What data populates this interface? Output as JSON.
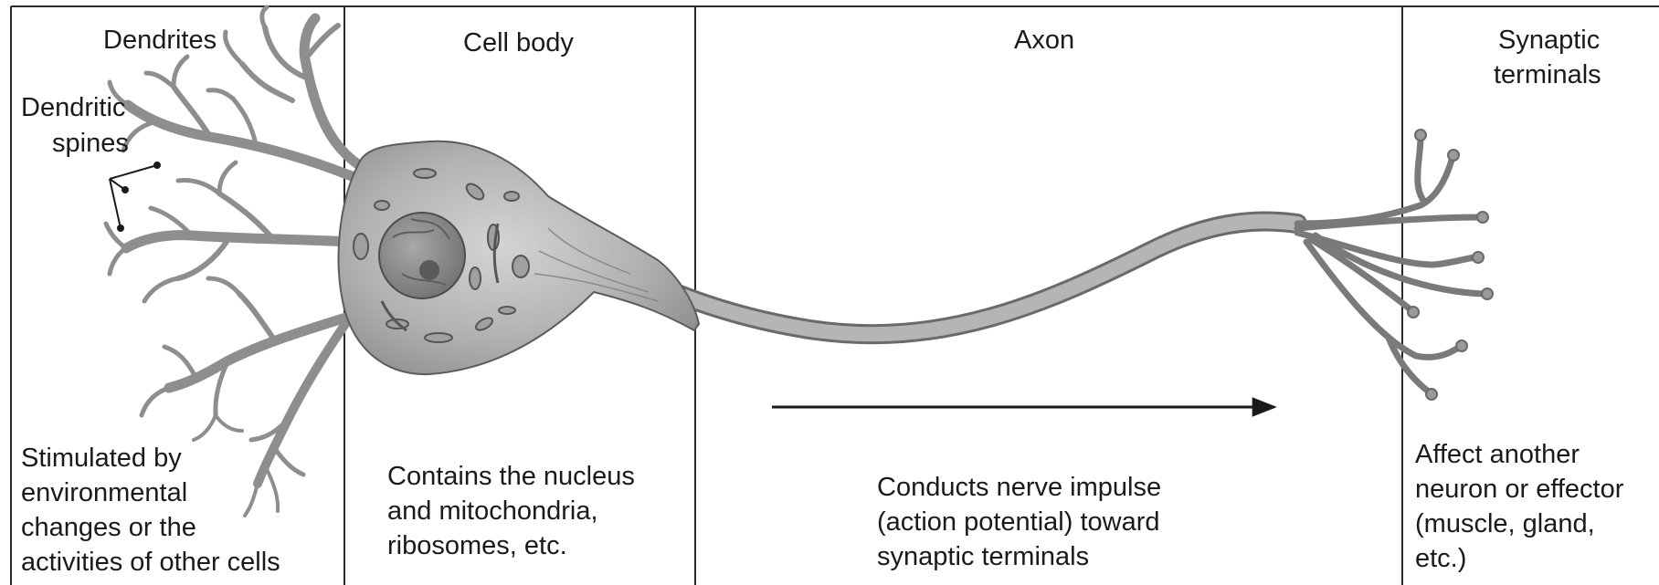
{
  "headers": {
    "dendrites": "Dendrites",
    "cell_body": "Cell body",
    "axon": "Axon",
    "synaptic_terminals_line1": "Synaptic",
    "synaptic_terminals_line2": "terminals"
  },
  "callout": {
    "line1": "Dendritic",
    "line2": "spines"
  },
  "descriptions": {
    "dendrites": [
      "Stimulated by",
      "environmental",
      "changes or the",
      "activities of other cells"
    ],
    "cell_body": [
      "Contains the nucleus",
      "and mitochondria,",
      "ribosomes, etc."
    ],
    "axon": [
      "Conducts nerve impulse",
      "(action potential) toward",
      "synaptic terminals"
    ],
    "synaptic_terminals": [
      "Affect another",
      "neuron or effector",
      "(muscle, gland,",
      "etc.)"
    ]
  },
  "colors": {
    "border": "#2a2a2a",
    "neuron_fill": "#a9a9a9",
    "neuron_stroke": "#5c5c5c",
    "nucleus_fill": "#8c8c8c"
  }
}
